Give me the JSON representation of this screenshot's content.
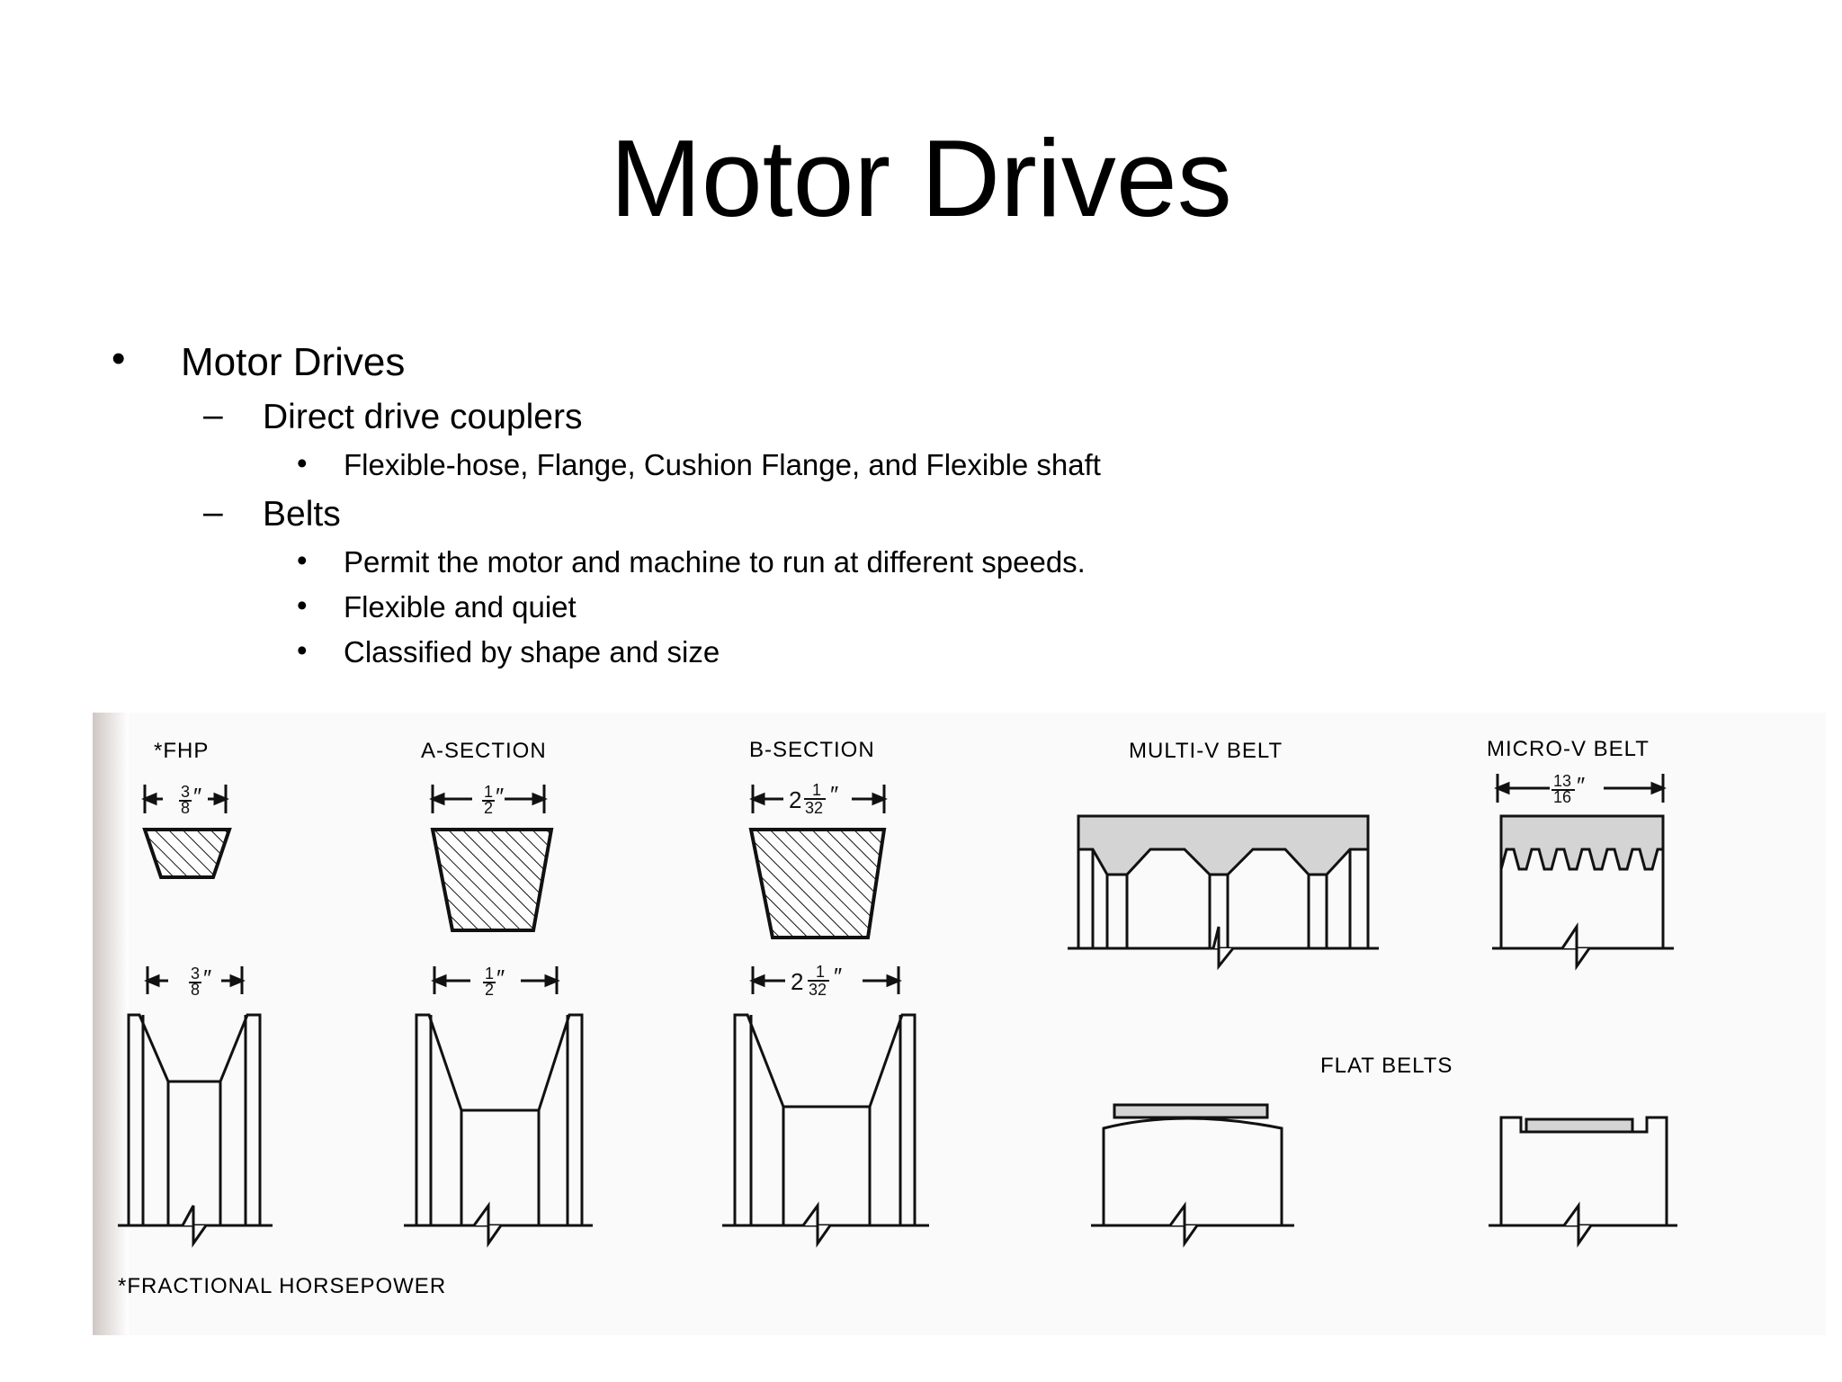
{
  "slide": {
    "title": "Motor Drives",
    "bullets": {
      "b1": {
        "marker": "•",
        "text": "Motor Drives"
      },
      "b1_1": {
        "marker": "–",
        "text": "Direct drive couplers"
      },
      "b1_1_1": {
        "marker": "•",
        "text": "Flexible-hose, Flange, Cushion Flange, and Flexible shaft"
      },
      "b1_2": {
        "marker": "–",
        "text": "Belts"
      },
      "b1_2_1": {
        "marker": "•",
        "text": "Permit the motor and machine to run at different speeds."
      },
      "b1_2_2": {
        "marker": "•",
        "text": "Flexible and quiet"
      },
      "b1_2_3": {
        "marker": "•",
        "text": "Classified by shape and size"
      }
    }
  },
  "figure": {
    "labels": {
      "fhp": "*FHP",
      "a_section": "A-SECTION",
      "b_section": "B-SECTION",
      "multi_v": "MULTI-V BELT",
      "micro_v": "MICRO-V BELT",
      "flat_belts": "FLAT BELTS",
      "footnote": "*FRACTIONAL HORSEPOWER"
    },
    "dimensions": {
      "fhp_num": "3",
      "fhp_den": "8",
      "inch": "″",
      "a_num": "1",
      "a_den": "2",
      "b_whole": "2",
      "b_num": "1",
      "b_den": "32",
      "micro_num": "13",
      "micro_den": "16"
    },
    "colors": {
      "belt_fill": "#d4d4d4",
      "line": "#111111",
      "scan_edge": "#d9d3cf"
    }
  }
}
